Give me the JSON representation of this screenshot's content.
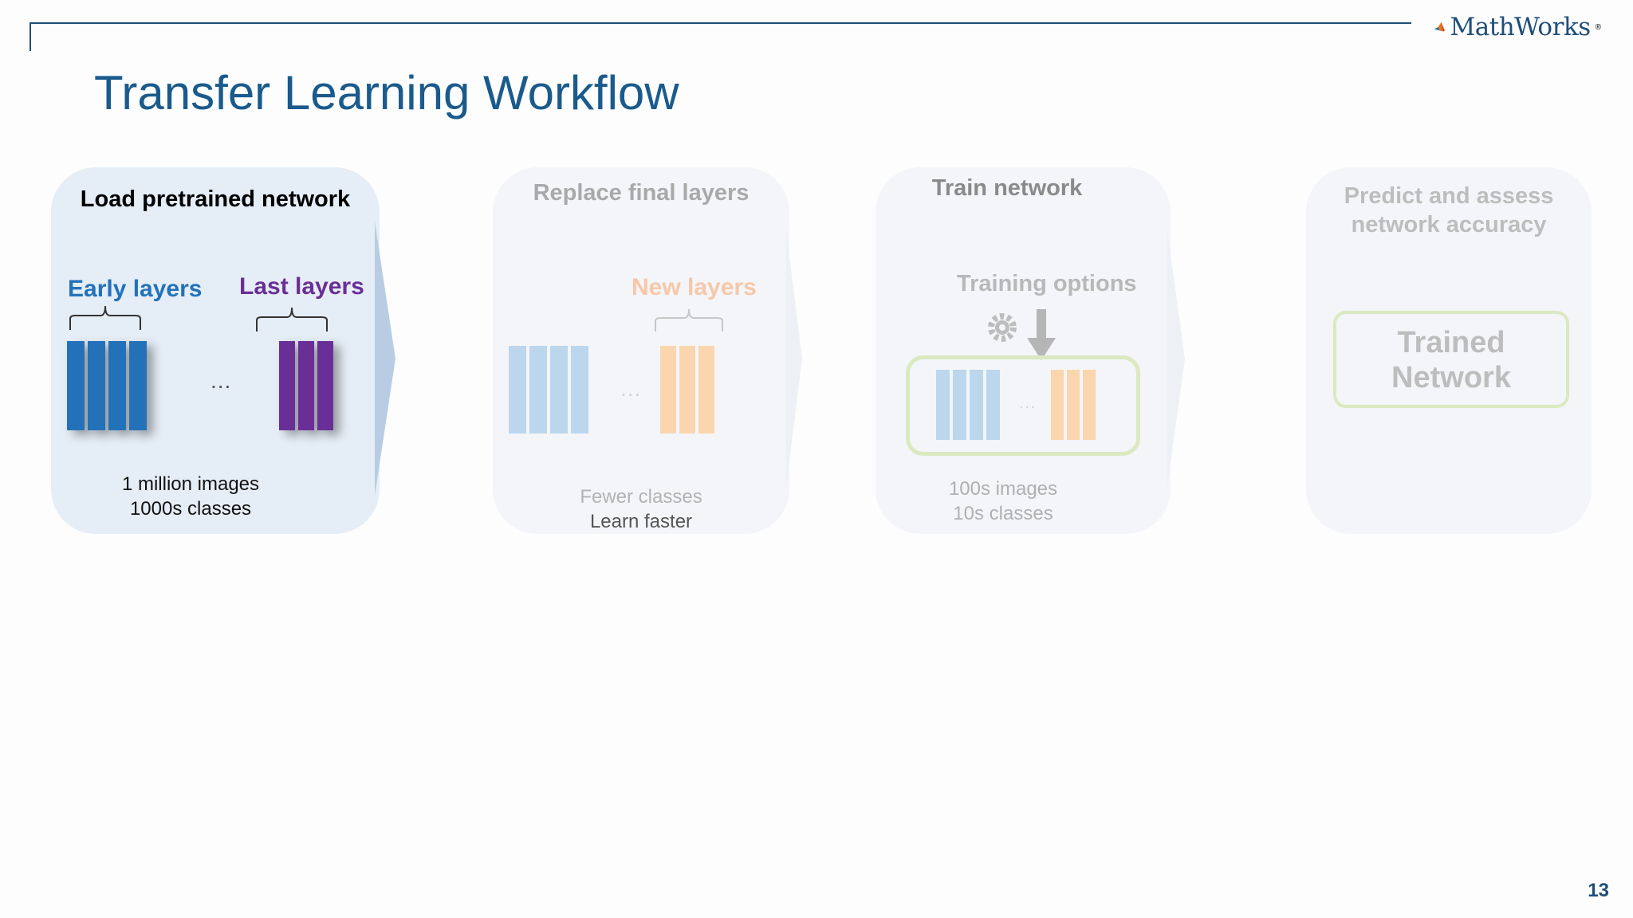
{
  "slide": {
    "title": "Transfer Learning Workflow",
    "page_number": "13",
    "logo_text": "MathWorks"
  },
  "steps": [
    {
      "title": "Load pretrained network",
      "early_label": "Early layers",
      "last_label": "Last layers",
      "ellipsis": "...",
      "caption_line1": "1 million images",
      "caption_line2": "1000s classes"
    },
    {
      "title": "Replace final layers",
      "new_label": "New layers",
      "ellipsis": "...",
      "caption_line1": "Fewer classes",
      "caption_line2": "Learn faster"
    },
    {
      "title": "Train network",
      "options_label": "Training options",
      "ellipsis": "...",
      "caption_line1": "100s images",
      "caption_line2": "10s classes"
    },
    {
      "title_line1": "Predict and assess",
      "title_line2": "network accuracy",
      "box_line1": "Trained",
      "box_line2": "Network"
    }
  ],
  "colors": {
    "title_blue": "#1a5a8c",
    "early_blue": "#2372b9",
    "last_purple": "#6a2f96",
    "faded_blue": "#bcd6ee",
    "faded_orange": "#fbd5ad",
    "faded_green": "#dbe9c0"
  }
}
